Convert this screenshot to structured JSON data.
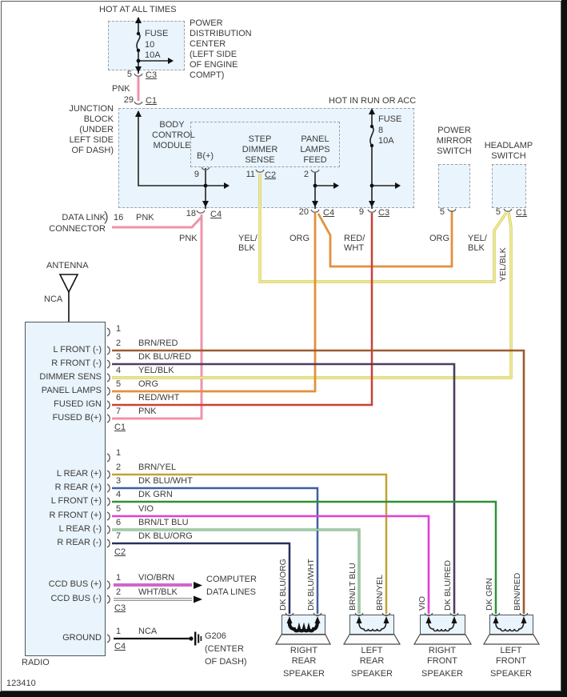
{
  "colors": {
    "blk": "#222222",
    "pnk": "#ef93a9",
    "brn_red": "#9e5b2f",
    "dk_blu_red": "#4e3d62",
    "yel_blk_edge": "#d3cb5c",
    "yel_blk_core": "#f4ef9f",
    "org": "#e2913e",
    "red_wht": "#cc4038",
    "brn_yel": "#c2a133",
    "dk_blu_wht": "#3f5fa0",
    "dk_grn": "#2e9235",
    "vio": "#e13fd8",
    "brn_lt_blu_edge": "#5f9e6e",
    "brn_lt_blu_core": "#b9dcb9",
    "dk_blu_org": "#2b2c5e",
    "vio_brn": "#cf66cc",
    "wht_blk_edge": "#979797",
    "wht_blk_core": "#e3e3e3",
    "box_fill": "#e9f4fc"
  },
  "footer": "123410",
  "pdc": {
    "hot": "HOT AT ALL TIMES",
    "fuse": [
      "FUSE",
      "10",
      "10A"
    ],
    "label": [
      "POWER",
      "DISTRIBUTION",
      "CENTER",
      "(LEFT SIDE",
      "OF ENGINE",
      "COMPT)"
    ],
    "pin_out": "5",
    "conn_out": "C3",
    "wire": "PNK",
    "pin_in": "29",
    "conn_in": "C1"
  },
  "jb": {
    "label": [
      "JUNCTION",
      "BLOCK",
      "(UNDER",
      "LEFT SIDE",
      "OF DASH)"
    ],
    "hot": "HOT IN RUN OR ACC",
    "fuse": [
      "FUSE",
      "8",
      "10A"
    ],
    "bcm": {
      "label": [
        "BODY",
        "CONTROL",
        "MODULE"
      ],
      "bplus": "B(+)",
      "bplus_pin": "9",
      "dimmer": [
        "STEP",
        "DIMMER",
        "SENSE"
      ],
      "dimmer_pin": "11",
      "dimmer_conn": "C2",
      "panel": [
        "PANEL",
        "LAMPS",
        "FEED"
      ],
      "panel_pin": "2"
    },
    "pin18": "18",
    "pin18_conn": "C4",
    "pin20": "20",
    "pin20_conn": "C4",
    "pin9": "9",
    "pin9_conn": "C3"
  },
  "mirror": {
    "label": [
      "POWER",
      "MIRROR",
      "SWITCH"
    ],
    "pin": "5"
  },
  "headlamp": {
    "label": [
      "HEADLAMP",
      "SWITCH"
    ],
    "pin": "5",
    "conn": "C1",
    "vwire": "YEL/BLK"
  },
  "mid": {
    "pnk": "PNK",
    "yel_a1": "YEL/",
    "yel_a2": "BLK",
    "org_a": "ORG",
    "rw1": "RED/",
    "rw2": "WHT",
    "org_b": "ORG",
    "yel_b1": "YEL/",
    "yel_b2": "BLK"
  },
  "dlc": {
    "label": [
      "DATA LINK",
      "CONNECTOR"
    ],
    "bracket": ")",
    "pin": "16",
    "wire": "PNK"
  },
  "antenna": {
    "label": "ANTENNA",
    "wire": "NCA"
  },
  "radio": {
    "title": "RADIO",
    "c1": {
      "id": "C1",
      "nums": [
        "1",
        "2",
        "3",
        "4",
        "5",
        "6",
        "7"
      ],
      "labels": [
        "L FRONT (-)",
        "R FRONT (-)",
        "DIMMER SENS",
        "PANEL LAMPS",
        "FUSED IGN",
        "FUSED B(+)"
      ],
      "wires": [
        "BRN/RED",
        "DK BLU/RED",
        "YEL/BLK",
        "ORG",
        "RED/WHT",
        "PNK"
      ]
    },
    "c2": {
      "id": "C2",
      "nums": [
        "1",
        "2",
        "3",
        "4",
        "5",
        "6",
        "7"
      ],
      "labels": [
        "L REAR (+)",
        "R REAR (+)",
        "L FRONT (+)",
        "R FRONT (+)",
        "L REAR (-)",
        "R REAR (-)"
      ],
      "wires": [
        "BRN/YEL",
        "DK BLU/WHT",
        "DK GRN",
        "VIO",
        "BRN/LT BLU",
        "DK BLU/ORG"
      ]
    },
    "c3": {
      "id": "C3",
      "nums": [
        "1",
        "2"
      ],
      "labels": [
        "CCD BUS (+)",
        "CCD BUS (-)"
      ],
      "wires": [
        "VIO/BRN",
        "WHT/BLK"
      ],
      "dest": [
        "COMPUTER",
        "DATA LINES"
      ]
    },
    "c4": {
      "id": "C4",
      "num": "1",
      "label": "GROUND",
      "wire": "NCA",
      "ground_id": "G206",
      "ground_loc": [
        "(CENTER",
        "OF DASH)"
      ]
    }
  },
  "speakers": [
    {
      "lines": [
        "RIGHT",
        "REAR",
        "SPEAKER"
      ],
      "wires": [
        "DK BLU/ORG",
        "DK BLU/WHT"
      ]
    },
    {
      "lines": [
        "LEFT",
        "REAR",
        "SPEAKER"
      ],
      "wires": [
        "BRN/LT BLU",
        "BRN/YEL"
      ]
    },
    {
      "lines": [
        "RIGHT",
        "FRONT",
        "SPEAKER"
      ],
      "wires": [
        "VIO",
        "DK BLU/RED"
      ]
    },
    {
      "lines": [
        "LEFT",
        "FRONT",
        "SPEAKER"
      ],
      "wires": [
        "DK GRN",
        "BRN/RED"
      ]
    }
  ]
}
